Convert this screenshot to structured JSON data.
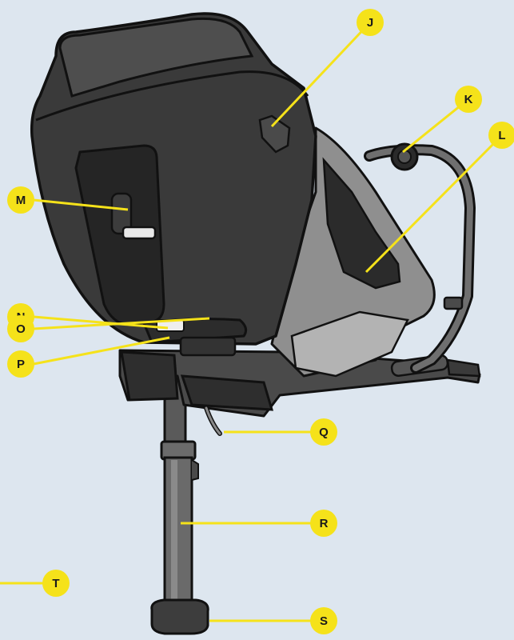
{
  "diagram": {
    "background_color": "#dde6ef",
    "marker_color": "#f5e21a",
    "line_color": "#f5e21a",
    "product": "car-seat-with-isofix-base-and-support-leg",
    "callouts": [
      {
        "id": "J",
        "label": "J"
      },
      {
        "id": "K",
        "label": "K"
      },
      {
        "id": "L",
        "label": "L"
      },
      {
        "id": "M",
        "label": "M"
      },
      {
        "id": "N",
        "label": "N"
      },
      {
        "id": "O",
        "label": "O"
      },
      {
        "id": "P",
        "label": "P"
      },
      {
        "id": "Q",
        "label": "Q"
      },
      {
        "id": "R",
        "label": "R"
      },
      {
        "id": "S",
        "label": "S"
      },
      {
        "id": "T",
        "label": "T"
      }
    ]
  }
}
